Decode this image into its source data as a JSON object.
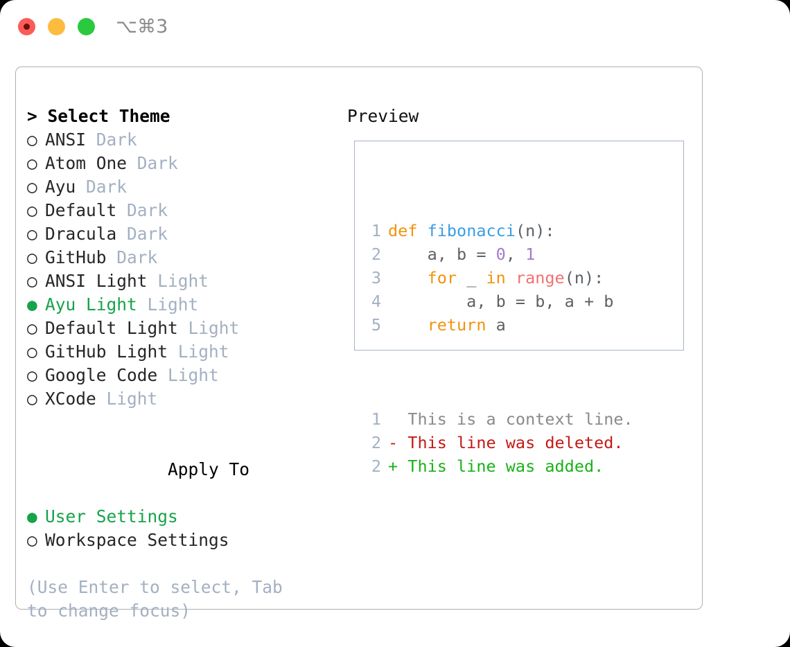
{
  "titlebar": {
    "shortcut": "⌥⌘3",
    "buttons": {
      "close": "close",
      "minimize": "minimize",
      "maximize": "maximize"
    }
  },
  "theme_picker": {
    "header": "> Select Theme",
    "header_plain": "Select Theme",
    "marker_selected": "●",
    "marker_unselected": "○",
    "items": [
      {
        "marker": "○",
        "name": "ANSI",
        "tag": "Dark",
        "selected": false
      },
      {
        "marker": "○",
        "name": "Atom One",
        "tag": "Dark",
        "selected": false
      },
      {
        "marker": "○",
        "name": "Ayu",
        "tag": "Dark",
        "selected": false
      },
      {
        "marker": "○",
        "name": "Default",
        "tag": "Dark",
        "selected": false
      },
      {
        "marker": "○",
        "name": "Dracula",
        "tag": "Dark",
        "selected": false
      },
      {
        "marker": "○",
        "name": "GitHub",
        "tag": "Dark",
        "selected": false
      },
      {
        "marker": "○",
        "name": "ANSI Light",
        "tag": "Light",
        "selected": false
      },
      {
        "marker": "●",
        "name": "Ayu Light",
        "tag": "Light",
        "selected": true
      },
      {
        "marker": "○",
        "name": "Default Light",
        "tag": "Light",
        "selected": false
      },
      {
        "marker": "○",
        "name": "GitHub Light",
        "tag": "Light",
        "selected": false
      },
      {
        "marker": "○",
        "name": "Google Code",
        "tag": "Light",
        "selected": false
      },
      {
        "marker": "○",
        "name": "XCode",
        "tag": "Light",
        "selected": false
      }
    ]
  },
  "apply_to": {
    "header": "Apply To",
    "items": [
      {
        "marker": "●",
        "name": "User Settings",
        "selected": true
      },
      {
        "marker": "○",
        "name": "Workspace Settings",
        "selected": false
      }
    ]
  },
  "hint": "(Use Enter to select, Tab to change focus)",
  "preview": {
    "title": "Preview",
    "code_lines": [
      {
        "number": "1",
        "tokens": [
          {
            "t": "def",
            "c": "kw"
          },
          {
            "t": " ",
            "c": "pl"
          },
          {
            "t": "fibonacci",
            "c": "fn"
          },
          {
            "t": "(n):",
            "c": "pl"
          }
        ]
      },
      {
        "number": "2",
        "tokens": [
          {
            "t": "    a, b = ",
            "c": "pl"
          },
          {
            "t": "0",
            "c": "num"
          },
          {
            "t": ", ",
            "c": "pl"
          },
          {
            "t": "1",
            "c": "num"
          }
        ]
      },
      {
        "number": "3",
        "tokens": [
          {
            "t": "    ",
            "c": "pl"
          },
          {
            "t": "for",
            "c": "kw"
          },
          {
            "t": " _ ",
            "c": "pl"
          },
          {
            "t": "in",
            "c": "kw"
          },
          {
            "t": " ",
            "c": "pl"
          },
          {
            "t": "range",
            "c": "bi"
          },
          {
            "t": "(n):",
            "c": "pl"
          }
        ]
      },
      {
        "number": "4",
        "tokens": [
          {
            "t": "        a, b = b, a + b",
            "c": "pl"
          }
        ]
      },
      {
        "number": "5",
        "tokens": [
          {
            "t": "    ",
            "c": "pl"
          },
          {
            "t": "return",
            "c": "kw"
          },
          {
            "t": " a",
            "c": "pl"
          }
        ]
      }
    ],
    "diff_lines": [
      {
        "number": "1",
        "sign": "  ",
        "text": "This is a context line.",
        "kind": "context"
      },
      {
        "number": "2",
        "sign": "- ",
        "text": "This line was deleted.",
        "kind": "deleted"
      },
      {
        "number": "2",
        "sign": "+ ",
        "text": "This line was added.",
        "kind": "added"
      }
    ]
  },
  "colors": {
    "selected_green": "#16A34A",
    "tag_grey": "#A3B0C2",
    "keyword_orange": "#F2920D",
    "function_blue": "#399EE6",
    "number_purple": "#A37ACC",
    "builtin_red": "#F07171",
    "diff_deleted": "#C41A16",
    "diff_added": "#18B218"
  }
}
